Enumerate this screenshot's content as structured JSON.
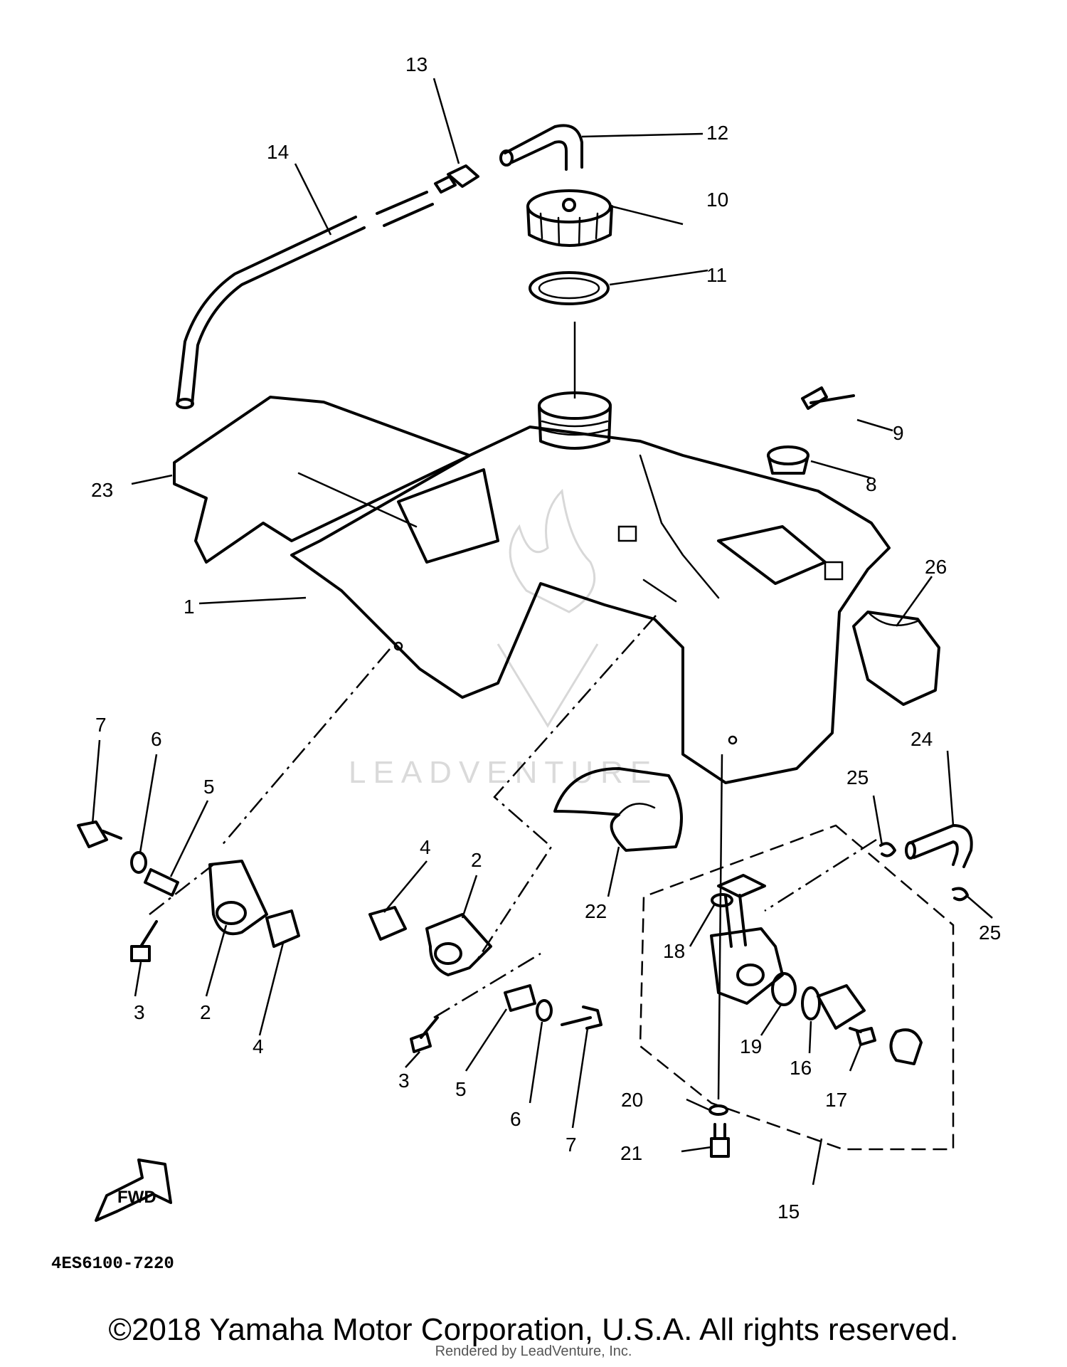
{
  "diagram": {
    "callouts": [
      "1",
      "2",
      "2",
      "3",
      "3",
      "4",
      "4",
      "5",
      "5",
      "6",
      "6",
      "7",
      "7",
      "8",
      "9",
      "10",
      "11",
      "12",
      "13",
      "14",
      "15",
      "16",
      "17",
      "18",
      "19",
      "20",
      "21",
      "22",
      "23",
      "24",
      "25",
      "25",
      "26"
    ]
  },
  "drawing_code": "4ES6100-7220",
  "fwd_label": "FWD",
  "watermark": {
    "text": "LEADVENTURE"
  },
  "footer": {
    "copyright": "©2018 Yamaha Motor Corporation, U.S.A. All rights reserved.",
    "rendered_by": "Rendered by LeadVenture, Inc."
  }
}
